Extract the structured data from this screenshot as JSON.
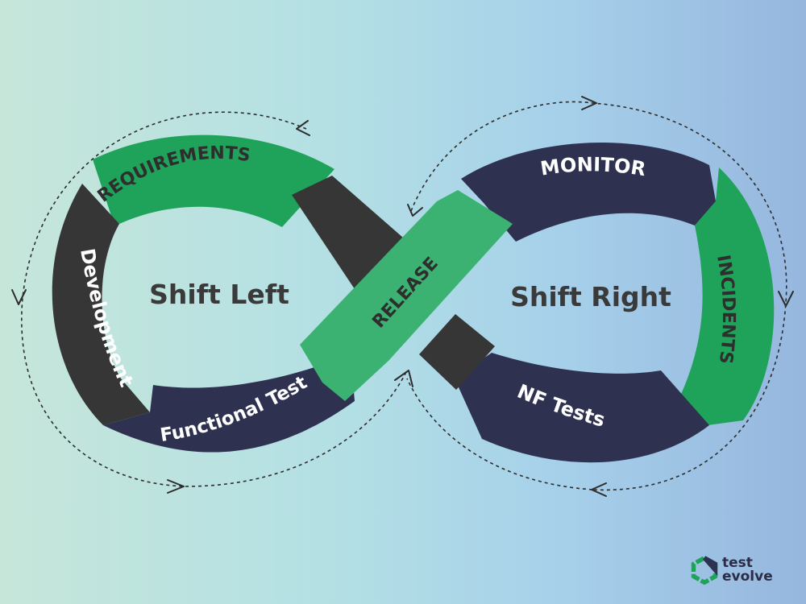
{
  "diagram": {
    "left_center_label": "Shift Left",
    "right_center_label": "Shift Right",
    "segments": {
      "requirements": "REQUIREMENTS",
      "development": "Development",
      "functional_test": "Functional Test",
      "release": "RELEASE",
      "monitor": "MONITOR",
      "incidents": "INCIDENTS",
      "nf_tests": "NF Tests"
    },
    "colors": {
      "green": "#1fa259",
      "light_green": "#3bb272",
      "navy": "#2e3250",
      "charcoal": "#363636"
    }
  },
  "logo": {
    "line1": "test",
    "line2": "evolve",
    "icon": "hexagon-logo-icon"
  }
}
